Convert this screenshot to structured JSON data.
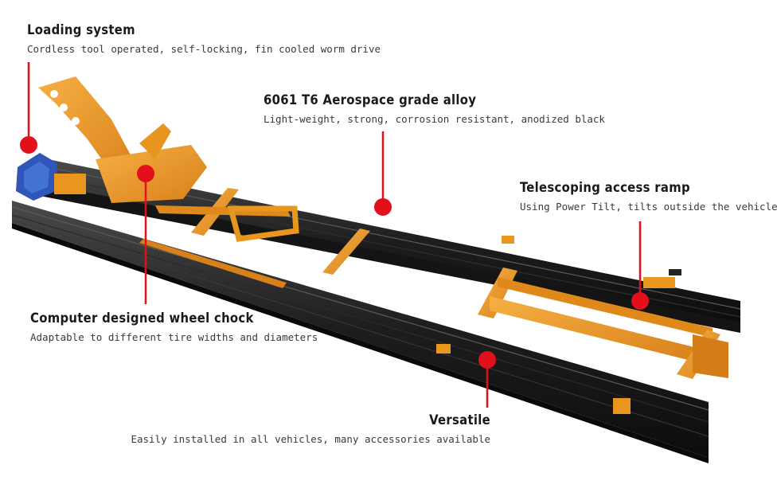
{
  "callouts": {
    "loading": {
      "title": "Loading system",
      "desc": "Cordless tool operated, self-locking, fin cooled worm drive"
    },
    "alloy": {
      "title": "6061 T6 Aerospace grade alloy",
      "desc": "Light-weight, strong, corrosion resistant, anodized black"
    },
    "ramp": {
      "title": "Telescoping access ramp",
      "desc": "Using Power Tilt, tilts outside the vehicle"
    },
    "chock": {
      "title": "Computer designed wheel chock",
      "desc": "Adaptable to different tire widths and diameters"
    },
    "versatile": {
      "title": "Versatile",
      "desc": "Easily installed in all vehicles, many accessories available"
    }
  },
  "colors": {
    "marker": "#e3101c",
    "rail": "#1b1b1b",
    "frame": "#e8961e"
  }
}
